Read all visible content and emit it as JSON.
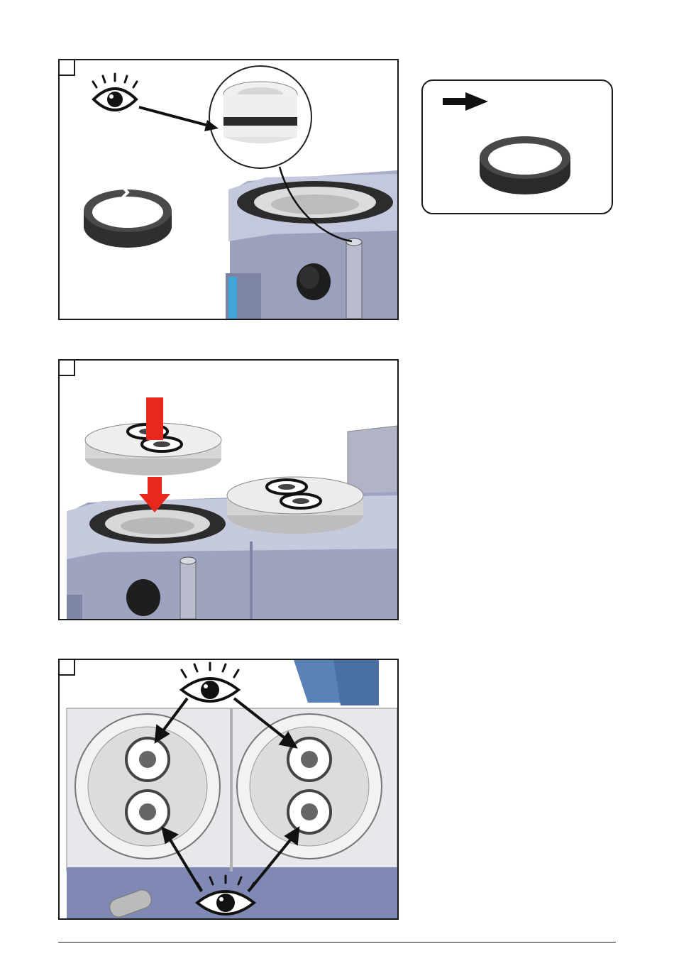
{
  "steps": [
    {
      "id": 1,
      "number": "",
      "subject": "seal-inspection"
    },
    {
      "id": 2,
      "number": "",
      "subject": "valve-plate-install"
    },
    {
      "id": 3,
      "number": "",
      "subject": "valve-plate-check"
    }
  ],
  "note": {
    "icon": "arrow-right-icon",
    "subject": "replacement-seal-ring"
  },
  "icons": {
    "eye": "eye-icon",
    "inspect_arrow": "arrow-icon",
    "install_arrow": "down-arrow-icon"
  },
  "colors": {
    "housing": "#a8aec8",
    "housing_dark": "#7e85a3",
    "seal": "#3a3a3a",
    "plate": "#e6e6e6",
    "install_arrow": "#e8281c",
    "blue_part": "#5a82b8"
  }
}
